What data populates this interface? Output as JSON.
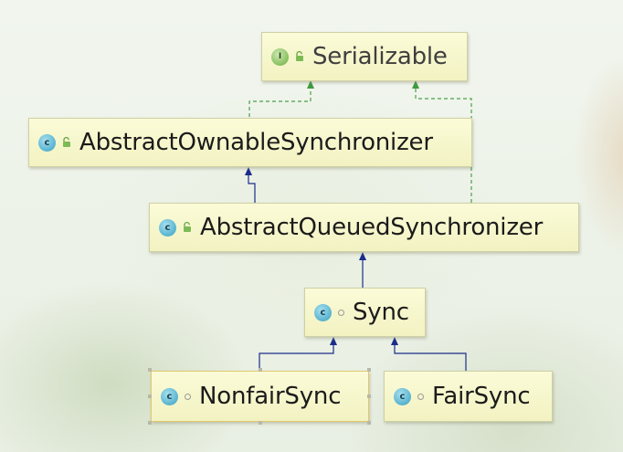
{
  "nodes": {
    "serializable": {
      "label": "Serializable",
      "badge": "I"
    },
    "aos": {
      "label": "AbstractOwnableSynchronizer",
      "badge": "c"
    },
    "aqs": {
      "label": "AbstractQueuedSynchronizer",
      "badge": "c"
    },
    "sync": {
      "label": "Sync",
      "badge": "c"
    },
    "nonfair": {
      "label": "NonfairSync",
      "badge": "c"
    },
    "fair": {
      "label": "FairSync",
      "badge": "c"
    }
  },
  "colors": {
    "extends_edge": "#1a2d8a",
    "implements_edge": "#3f9a3f",
    "node_fill": "#f6f6cc"
  },
  "icons": {
    "class": "class-icon",
    "interface": "interface-icon",
    "public": "lock-open-icon",
    "package_private": "dot-icon"
  }
}
